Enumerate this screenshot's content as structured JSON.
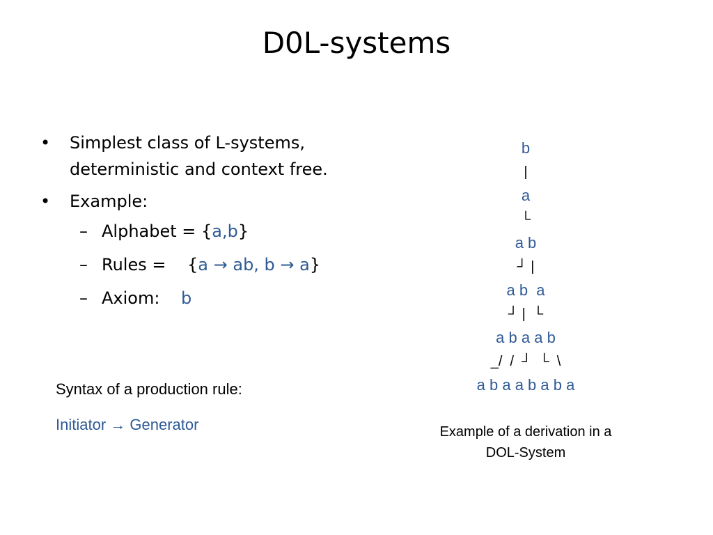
{
  "title": "D0L-systems",
  "bullets": [
    {
      "line1": "Simplest class of L-systems,",
      "line2": "deterministic and context free."
    },
    {
      "text": "Example:"
    }
  ],
  "sub_items": {
    "alphabet": {
      "label": "Alphabet = {",
      "value": "a,b",
      "close": "}"
    },
    "rules": {
      "label": "Rules =    {",
      "value": "a → ab, b → a",
      "close": "}"
    },
    "axiom": {
      "label": "Axiom:    ",
      "value": "b"
    }
  },
  "syntax": {
    "label": "Syntax of a production rule:",
    "rule": "Initiator → Generator"
  },
  "derivation": {
    "rows": [
      {
        "text": "b",
        "kind": "word"
      },
      {
        "text": "|",
        "kind": "branch"
      },
      {
        "text": "a",
        "kind": "word"
      },
      {
        "text": "└",
        "kind": "branch"
      },
      {
        "text": "a b",
        "kind": "word"
      },
      {
        "text": "┘ |",
        "kind": "branch"
      },
      {
        "text": "a b  a",
        "kind": "word"
      },
      {
        "text": "┘ |  └",
        "kind": "branch"
      },
      {
        "text": "a b a a b",
        "kind": "word"
      },
      {
        "text": "_/  /  ┘  └  \\",
        "kind": "branch"
      },
      {
        "text": "a b a a b a b a",
        "kind": "word"
      }
    ],
    "caption_line1": "Example of a derivation in a",
    "caption_line2": "DOL-System"
  }
}
